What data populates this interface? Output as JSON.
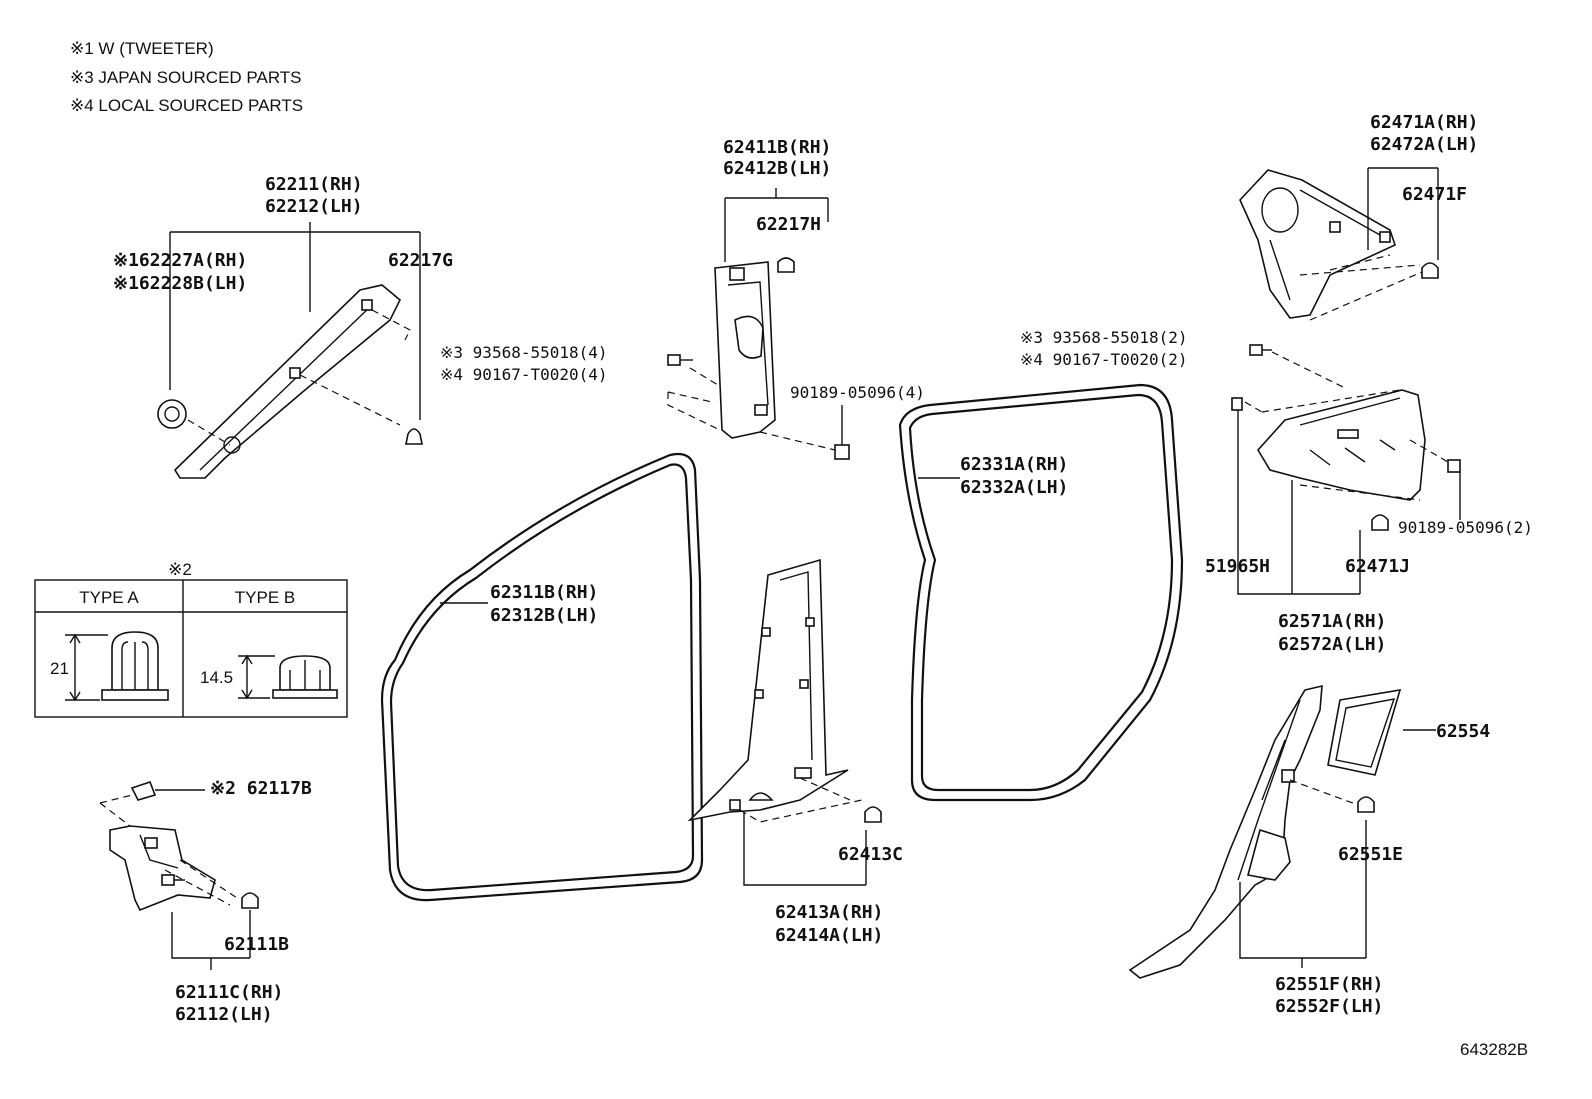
{
  "notes": [
    "※1 W (TWEETER)",
    "※3 JAPAN SOURCED PARTS",
    "※4 LOCAL SOURCED PARTS"
  ],
  "labels": {
    "p62211": "62211(RH)",
    "p62212": "62212(LH)",
    "p62227A": "※162227A(RH)",
    "p62228B": "※162228B(LH)",
    "p62217G": "62217G",
    "p62411B": "62411B(RH)",
    "p62412B": "62412B(LH)",
    "p62217H": "62217H",
    "p93568_4": "※3 93568-55018(4)",
    "p90167_4": "※4 90167-T0020(4)",
    "p90189_4": "90189-05096(4)",
    "p62471A": "62471A(RH)",
    "p62472A": "62472A(LH)",
    "p62471F": "62471F",
    "p93568_2": "※3 93568-55018(2)",
    "p90167_2": "※4 90167-T0020(2)",
    "p62331A": "62331A(RH)",
    "p62332A": "62332A(LH)",
    "p90189_2": "90189-05096(2)",
    "p51965H": "51965H",
    "p62471J": "62471J",
    "p62571A": "62571A(RH)",
    "p62572A": "62572A(LH)",
    "p62311B": "62311B(RH)",
    "p62312B": "62312B(LH)",
    "p62554": "62554",
    "p62117B": "※2 62117B",
    "p62413C": "62413C",
    "p62551E": "62551E",
    "p62413A": "62413A(RH)",
    "p62414A": "62414A(LH)",
    "p62111B": "62111B",
    "p62111C": "62111C(RH)",
    "p62112": "62112(LH)",
    "p62551F": "62551F(RH)",
    "p62552F": "62552F(LH)"
  },
  "type_table": {
    "marker": "※2",
    "type_a": "TYPE A",
    "type_b": "TYPE B",
    "dim_a": "21",
    "dim_b": "14.5"
  },
  "diagram_id": "643282B"
}
